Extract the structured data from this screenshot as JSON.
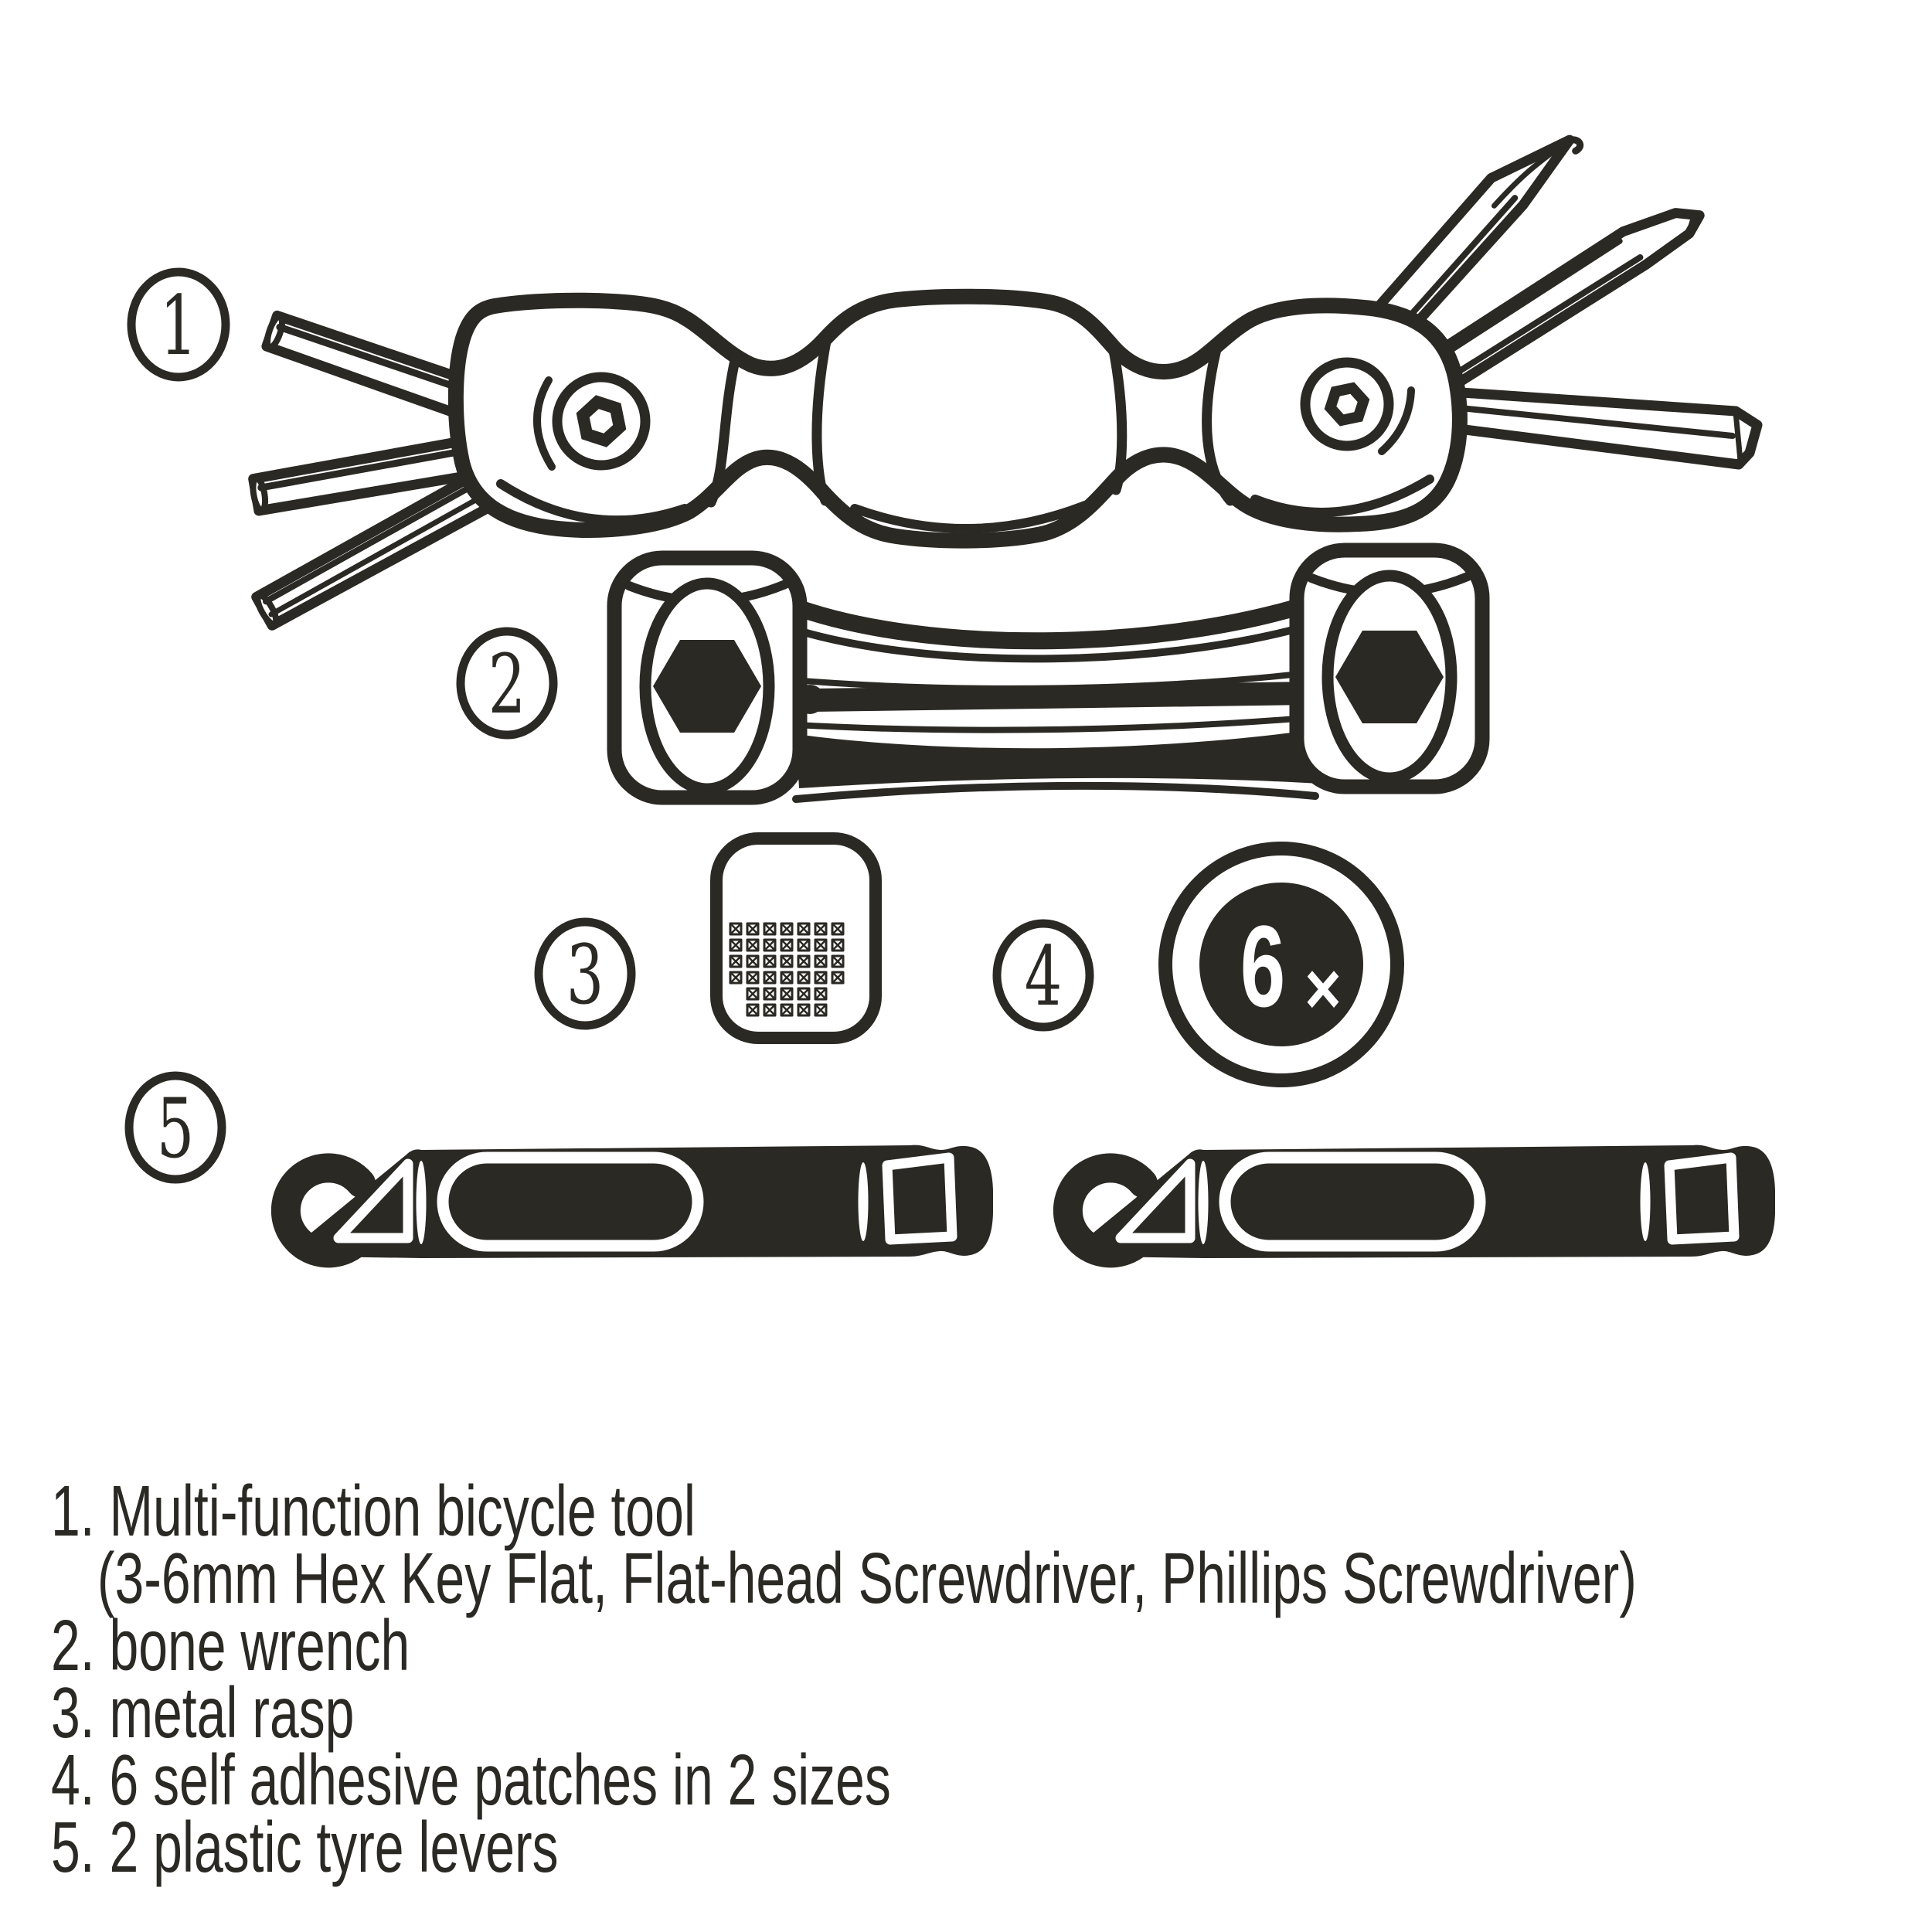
{
  "colors": {
    "ink": "#2b2924",
    "paper": "#ffffff"
  },
  "callouts": {
    "one": "1",
    "two": "2",
    "three": "3",
    "four": "4",
    "five": "5"
  },
  "patch_badge": {
    "count": "6",
    "times": "×"
  },
  "rasp": {
    "rows": [
      7,
      7,
      7,
      7,
      5,
      5
    ]
  },
  "legend": {
    "lines": [
      {
        "text": "1. Multi-function bicycle tool"
      },
      {
        "text": "(3-6mm Hex Key Flat, Flat-head Screwdriver, Phillips Screwdriver)"
      },
      {
        "text": "2. bone wrench"
      },
      {
        "text": "3. metal rasp"
      },
      {
        "text": "4. 6 self adhesive patches in 2 sizes"
      },
      {
        "text": "5. 2 plastic tyre levers"
      }
    ]
  }
}
